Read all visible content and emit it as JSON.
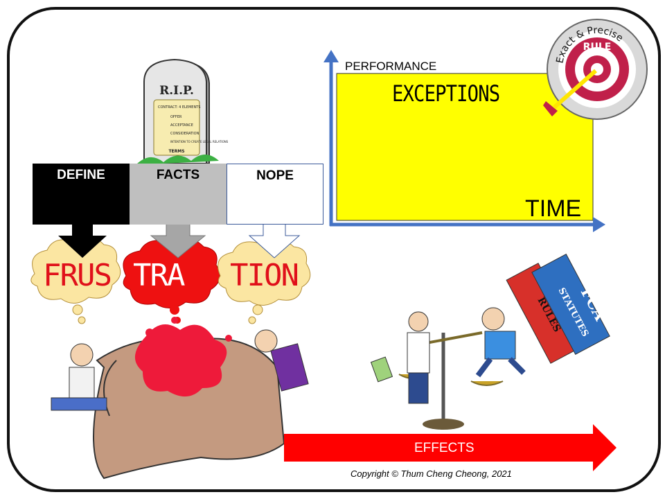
{
  "columns": {
    "define": "DEFINE",
    "facts": "FACTS",
    "nope": "NOPE"
  },
  "clouds": {
    "part1": "FRUS",
    "part2": "TRA",
    "part3": "TION"
  },
  "tombstone": {
    "title": "R.I.P.",
    "heading": "CONTRACT: 4 ELEMENTS",
    "items": [
      "OFFER",
      "ACCEPTANCE",
      "CONSIDERATION",
      "INTENTION TO CREATE LEGAL RELATIONS"
    ],
    "footer": "TERMS"
  },
  "graph": {
    "y_label": "PERFORMANCE",
    "x_label": "TIME",
    "area_label": "EXCEPTIONS"
  },
  "target": {
    "arc_text": "Exact & Precise",
    "center_text": "RULE"
  },
  "books": {
    "top": "FCA",
    "middle": "STATUTES",
    "bottom": "RULES"
  },
  "effects_label": "EFFECTS",
  "copyright": "Copyright © Thum Cheng Cheong, 2021",
  "colors": {
    "frame": "#111111",
    "axis": "#4472c4",
    "graph_fill": "#ffff00",
    "effects_arrow": "#ff0000",
    "target_ring": "#c0204a",
    "book_red": "#d7302a",
    "book_blue": "#2e6fc0"
  }
}
